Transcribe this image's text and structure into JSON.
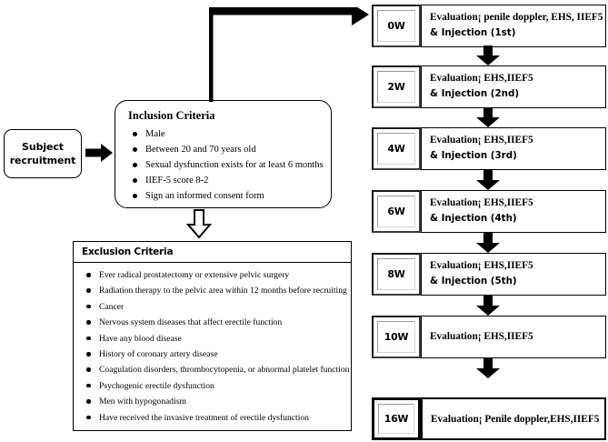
{
  "subject": {
    "line1": "Subject",
    "line2": "recruitment"
  },
  "inclusion": {
    "title": "Inclusion Criteria",
    "items": [
      "Male",
      "Between 20 and 70 years old",
      "Sexual dysfunction exists for at least 6 months",
      "IIEF-5 score 8-2",
      "Sign an informed consent form"
    ]
  },
  "exclusion": {
    "title": "Exclusion Criteria",
    "items": [
      "Ever radical prostatectomy or extensive pelvic surgery",
      "Radiation therapy to the pelvic area within 12 months before recruiting",
      "Cancer",
      "Nervous system diseases that affect erectile function",
      "Have any blood disease",
      "History of coronary artery disease",
      "Coagulation disorders, thrombocytopenia, or abnormal platelet function",
      "Psychogenic erectile dysfunction",
      "Men with hypogonadism",
      "Have received the invasive treatment of erectile dysfunction"
    ]
  },
  "timeline": [
    {
      "week": "0W",
      "line1": "Evaluation¡  penile doppler, EHS, IIEF5",
      "line2": "& Injection (1st)"
    },
    {
      "week": "2W",
      "line1": "Evaluation¡  EHS,IIEF5",
      "line2": "& Injection (2nd)"
    },
    {
      "week": "4W",
      "line1": "Evaluation¡  EHS,IIEF5",
      "line2": "& Injection (3rd)"
    },
    {
      "week": "6W",
      "line1": "Evaluation¡  EHS,IIEF5",
      "line2": "& Injection (4th)"
    },
    {
      "week": "8W",
      "line1": "Evaluation¡  EHS,IIEF5",
      "line2": "& Injection (5th)"
    },
    {
      "week": "10W",
      "line1": "Evaluation¡  EHS,IIEF5",
      "line2": ""
    },
    {
      "week": "16W",
      "line1": "Evaluation¡  Penile doppler,EHS,IIEF5",
      "line2": ""
    }
  ],
  "colors": {
    "ink": "#000000",
    "bevel_light": "#9a9a9a",
    "bevel_dark": "#3d3d3d",
    "paper": "#ffffff"
  }
}
